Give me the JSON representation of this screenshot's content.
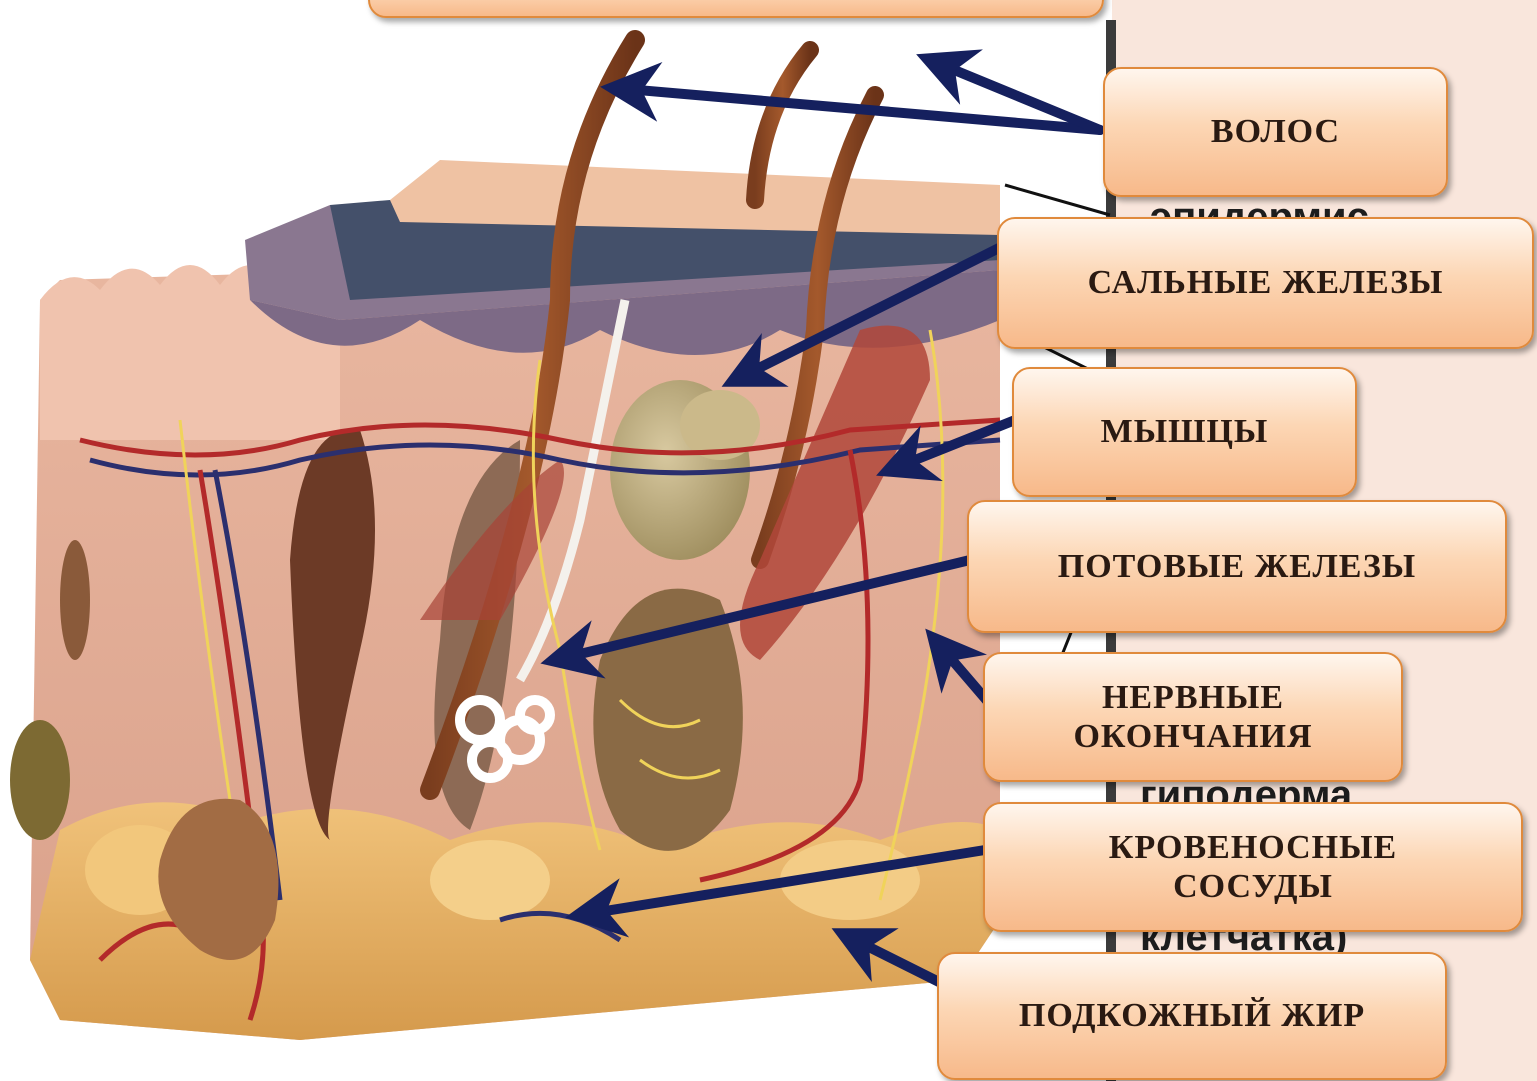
{
  "labels": {
    "hair": "ВОЛОС",
    "sebaceous": "САЛЬНЫЕ ЖЕЛЕЗЫ",
    "muscles": "МЫШЦЫ",
    "sweat": "ПОТОВЫЕ ЖЕЛЕЗЫ",
    "nerves": "НЕРВНЫЕ\nОКОНЧАНИЯ",
    "vessels": "КРОВЕНОСНЫЕ\nСОСУДЫ",
    "fat": "ПОДКОЖНЫЙ ЖИР"
  },
  "background_text": {
    "epidermis": "эпидермис",
    "hypodermis": "гиподерма",
    "tissue": "клетчатка)"
  },
  "colors": {
    "arrow": "#15205e",
    "label_border": "#e08a3c",
    "page_bg": "#f9e6dc"
  }
}
